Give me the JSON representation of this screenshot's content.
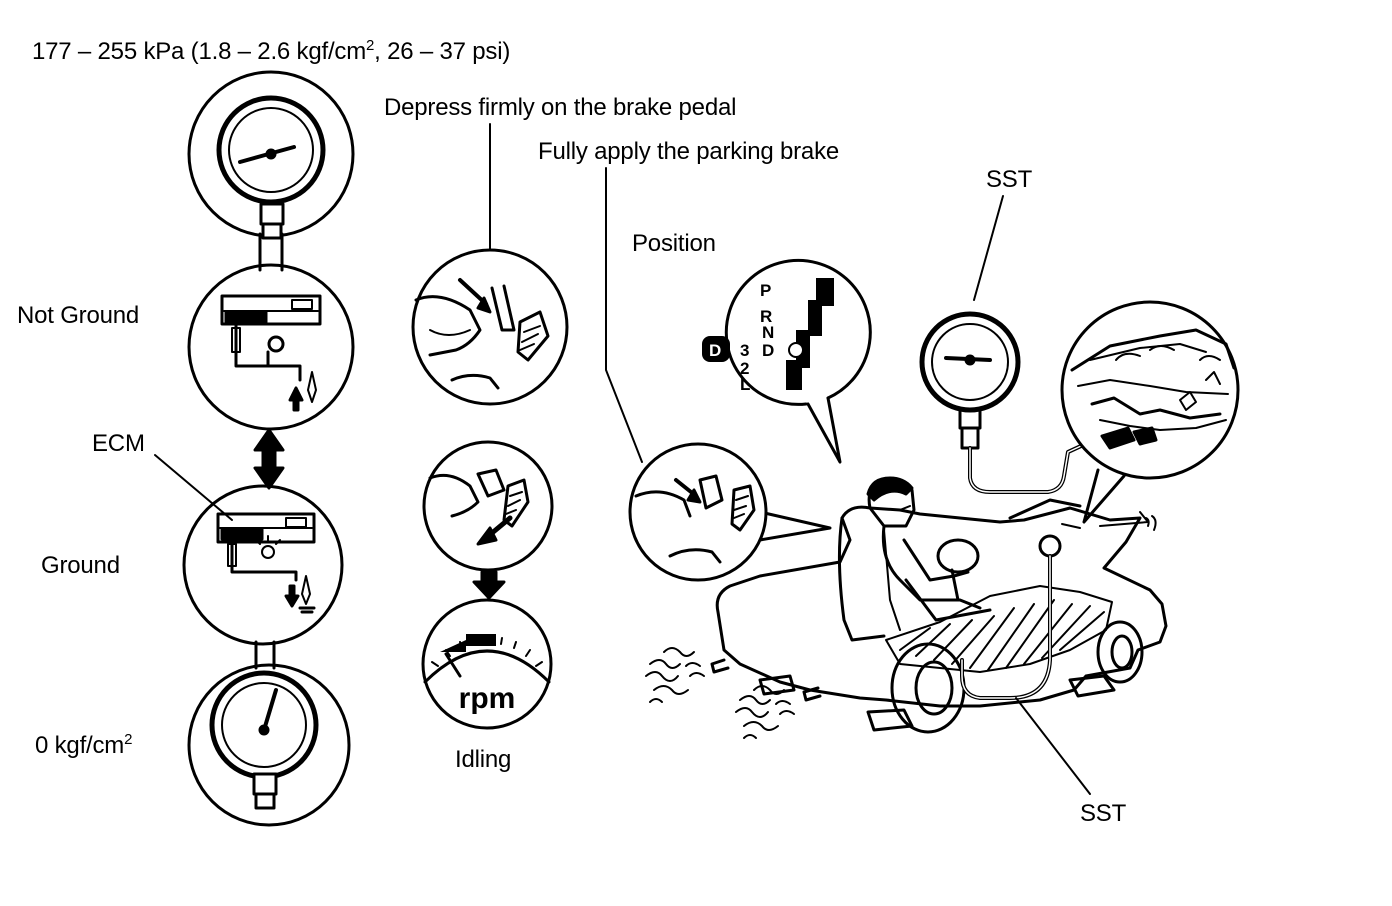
{
  "labels": {
    "pressure_spec_main": "177 – 255 kPa (1.8 – 2.6 kgf/cm",
    "pressure_spec_sup": "2",
    "pressure_spec_tail": ", 26 – 37 psi)",
    "depress_brake": "Depress firmly on the brake pedal",
    "parking_brake": "Fully apply the parking brake",
    "sst_top": "SST",
    "position": "Position",
    "not_ground": "Not Ground",
    "ecm": "ECM",
    "ground": "Ground",
    "zero_main": "0 kgf/cm",
    "zero_sup": "2",
    "idling": "Idling",
    "sst_bottom": "SST"
  },
  "shift_positions": [
    "P",
    "R",
    "N",
    "D",
    "3",
    "2",
    "L"
  ],
  "selected_position": "D",
  "rpm_label": "rpm",
  "colors": {
    "line": "#000000",
    "background": "#ffffff"
  }
}
